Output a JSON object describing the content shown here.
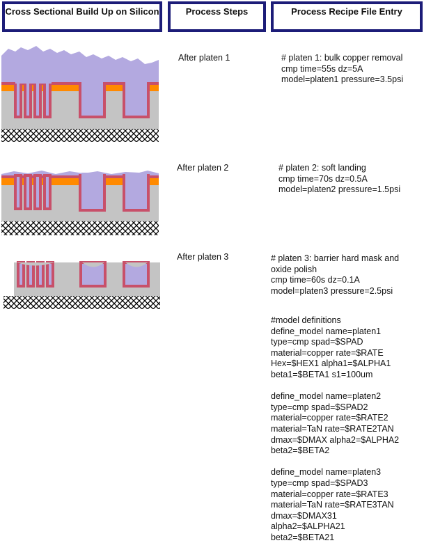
{
  "headers": {
    "cross_section": "Cross Sectional Build Up on Silicon",
    "process_steps": "Process Steps",
    "recipe_entry": "Process Recipe File Entry"
  },
  "steps": [
    {
      "label": "After platen 1",
      "recipe": "# platen 1: bulk copper removal\ncmp time=55s dz=5A\nmodel=platen1 pressure=3.5psi"
    },
    {
      "label": "After platen 2",
      "recipe": "# platen 2: soft landing\ncmp time=70s dz=0.5A\nmodel=platen2 pressure=1.5psi"
    },
    {
      "label": "After platen 3",
      "recipe": "# platen 3: barrier hard mask and\noxide polish\ncmp time=60s dz=0.1A\nmodel=platen3 pressure=2.5psi"
    }
  ],
  "model_definitions": "#model definitions\ndefine_model name=platen1\ntype=cmp spad=$SPAD\nmaterial=copper rate=$RATE\nHex=$HEX1 alpha1=$ALPHA1\nbeta1=$BETA1 s1=100um\n\ndefine_model name=platen2\ntype=cmp spad=$SPAD2\nmaterial=copper rate=$RATE2\nmaterial=TaN rate=$RATE2TAN\ndmax=$DMAX alpha2=$ALPHA2\nbeta2=$BETA2\n\ndefine_model name=platen3\ntype=cmp spad=$SPAD3\nmaterial=copper rate=$RATE3\nmaterial=TaN rate=$RATE3TAN\ndmax=$DMAX31\nalpha2=$ALPHA21\nbeta2=$BETA21",
  "colors": {
    "copper": "#b3a9e0",
    "barrier": "#c8506a",
    "hard_mask": "#ff8a00",
    "oxide": "#c4c4c4",
    "substrate_hatch": "#000000",
    "header_border": "#1c1c78"
  }
}
